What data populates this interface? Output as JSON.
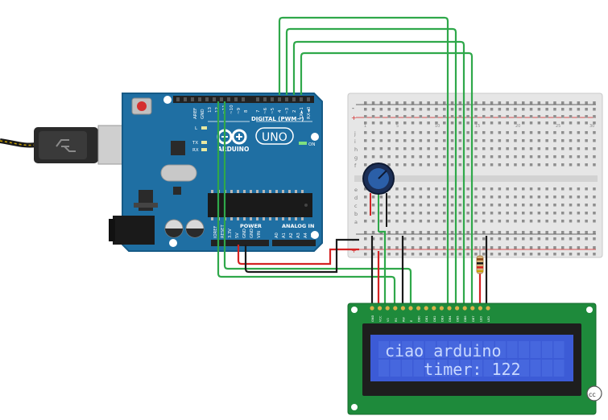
{
  "arduino": {
    "brand": "ARDUINO",
    "model": "UNO",
    "digital_header": "DIGITAL (PWM~)",
    "power_label": "POWER",
    "analog_label": "ANALOG IN",
    "on_label": "ON",
    "tx_label": "TX",
    "rx_label": "RX",
    "l_label": "L",
    "aref_label": "AREF",
    "gnd_label": "GND",
    "pin_13": "13",
    "pin_12": "12",
    "pin_11": "~11",
    "pin_10": "~10",
    "pin_9": "~9",
    "pin_8": "8",
    "pin_7": "7",
    "pin_6": "~6",
    "pin_5": "~5",
    "pin_4": "4",
    "pin_3": "~3",
    "pin_2": "2",
    "pin_1": "TX►1",
    "pin_0": "RX◄0",
    "pin_ioref": "IOREF",
    "pin_reset": "RESET",
    "pin_33v": "3.3V",
    "pin_5v": "5V",
    "pin_gnd1": "GND",
    "pin_gnd2": "GND",
    "pin_vin": "VIN",
    "pin_a0": "A0",
    "pin_a1": "A1",
    "pin_a2": "A2",
    "pin_a3": "A3",
    "pin_a4": "A4",
    "pin_a5": "A5",
    "colors": {
      "board": "#1f6fa3",
      "board_dark": "#165a86",
      "header": "#222222"
    }
  },
  "breadboard": {
    "row_letters_top": [
      "j",
      "i",
      "h",
      "g",
      "f"
    ],
    "row_letters_bottom": [
      "e",
      "d",
      "c",
      "b",
      "a"
    ],
    "col_numbers": [
      "1",
      "5",
      "10",
      "15",
      "20",
      "25",
      "30"
    ],
    "plus_label": "+",
    "minus_label": "-"
  },
  "lcd": {
    "line1": "ciao arduino",
    "line2": "    timer: 122",
    "pins": [
      "GND",
      "VCC",
      "V0",
      "RS",
      "RW",
      "E",
      "DB0",
      "DB1",
      "DB2",
      "DB3",
      "DB4",
      "DB5",
      "DB6",
      "DB7",
      "LED",
      "LED"
    ],
    "colors": {
      "screen": "#3c5bd6",
      "pcb": "#1e8a3b",
      "text": "#c8d8ff"
    }
  },
  "wire_colors": {
    "green": "#2fa84a",
    "red": "#d42222",
    "black": "#1a1a1a"
  },
  "watermark": "cc"
}
